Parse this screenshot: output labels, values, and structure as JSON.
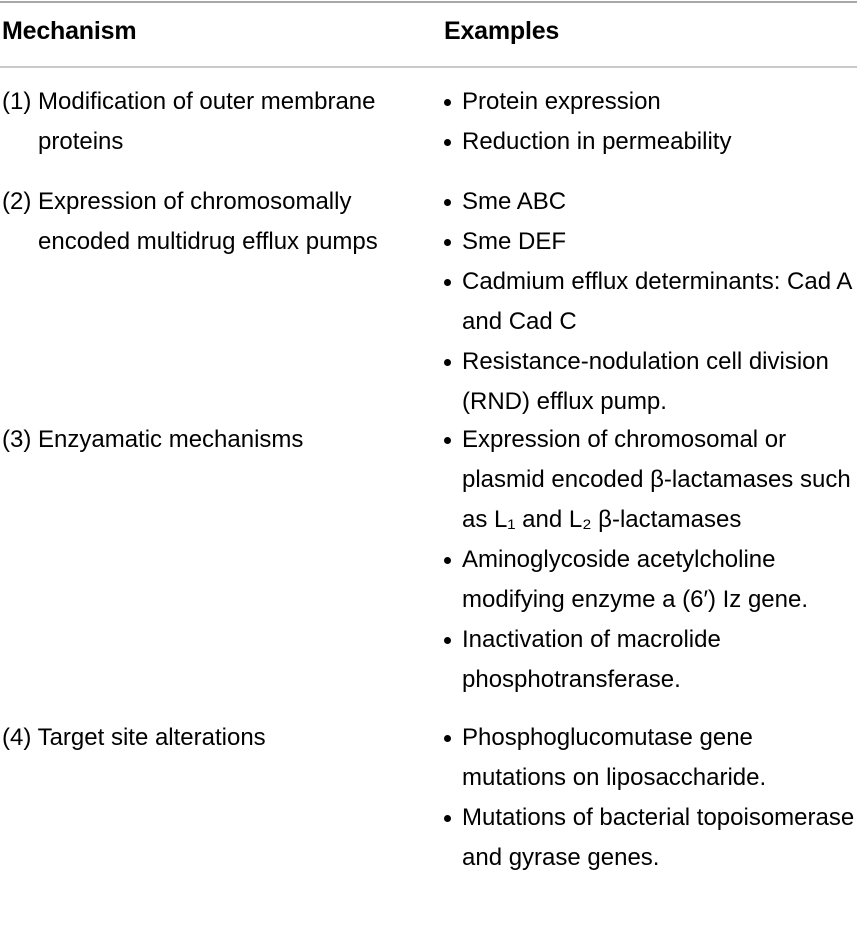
{
  "table": {
    "columns": [
      {
        "key": "mechanism",
        "label": "Mechanism"
      },
      {
        "key": "examples",
        "label": "Examples"
      }
    ],
    "rules": {
      "top_color": "#a8a8a8",
      "header_color": "#c9c9c9"
    },
    "rows": [
      {
        "index": "(1)",
        "mechanism": "(1) Modification of outer membrane proteins",
        "examples": [
          "Protein expression",
          "Reduction in permeability"
        ]
      },
      {
        "index": "(2)",
        "mechanism": "(2) Expression of chromosomally encoded multidrug efflux pumps",
        "examples": [
          "Sme ABC",
          "Sme DEF",
          "Cadmium efflux determinants: Cad A and Cad C",
          "Resistance-nodulation cell division (RND) efflux pump."
        ]
      },
      {
        "index": "(3)",
        "mechanism": "(3) Enzyamatic mechanisms",
        "examples": [
          "Expression of chromosomal or plasmid encoded β-lactamases such as L₁ and L₂ β-lactamases",
          "Aminoglycoside acetylcholine modifying enzyme a (6′) Iz gene.",
          "Inactivation of macrolide phosphotransferase."
        ]
      },
      {
        "index": "(4)",
        "mechanism": "(4) Target site alterations",
        "examples": [
          "Phosphoglucomutase gene mutations on liposaccharide.",
          "Mutations of bacterial topoisomerase and gyrase genes."
        ]
      }
    ]
  }
}
